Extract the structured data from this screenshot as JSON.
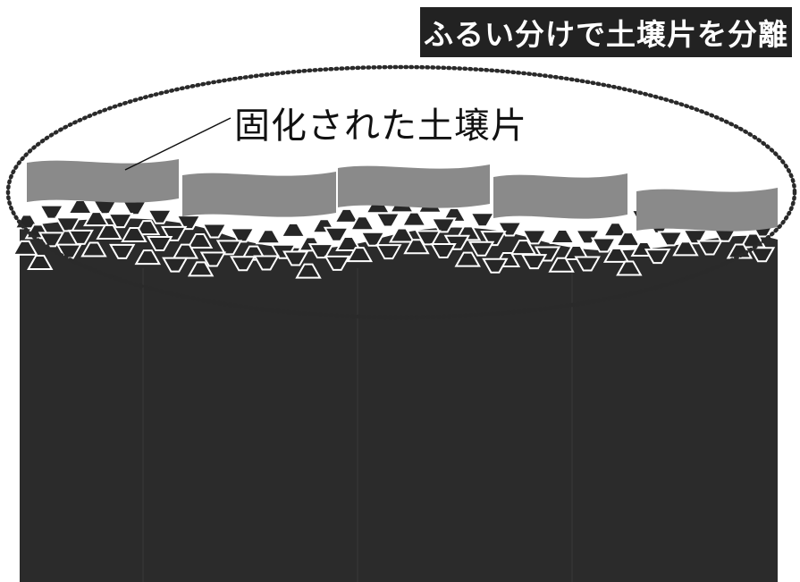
{
  "title_badge": {
    "text": "ふるい分けで土壌片を分離"
  },
  "annotation": {
    "text": "固化された土壌片"
  },
  "colors": {
    "soil_block": "#2b2b2b",
    "solidified_fragment": "#8a8a8a",
    "particle": "#262626",
    "background": "#ffffff",
    "badge_background": "#222222",
    "badge_text": "#ffffff",
    "ellipse_dots": "#2a2a2a"
  },
  "icons": {
    "grouping_outline": "dotted-ellipse",
    "pointer": "leader-line"
  }
}
